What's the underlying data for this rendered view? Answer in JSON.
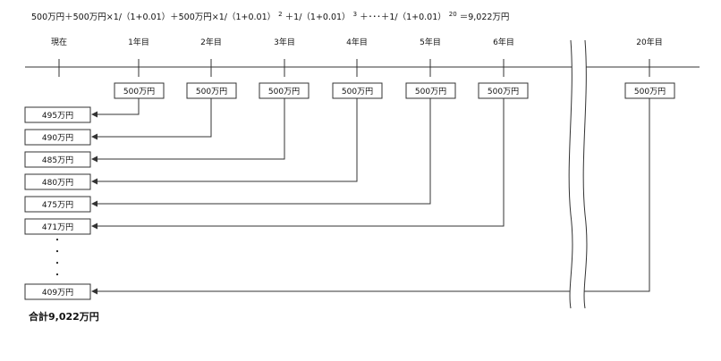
{
  "formula": {
    "part1": "500万円＋500万円×1/（1+0.01）＋500万円×1/（1+0.01）",
    "exp1": "2",
    "part2": "＋1/（1+0.01）",
    "exp2": "3",
    "part3": "＋･･･＋1/（1+0.01）",
    "exp3": "20",
    "part4": "＝9,022万円"
  },
  "timeline": {
    "labels": [
      "現在",
      "1年目",
      "2年目",
      "3年目",
      "4年目",
      "5年目",
      "6年目",
      "20年目"
    ]
  },
  "payments": [
    "500万円",
    "500万円",
    "500万円",
    "500万円",
    "500万円",
    "500万円",
    "500万円"
  ],
  "present_values": [
    "495万円",
    "490万円",
    "485万円",
    "480万円",
    "475万円",
    "471万円",
    "409万円"
  ],
  "ellipsis": [
    "・",
    "・",
    "・",
    "・"
  ],
  "total": "合計9,022万円",
  "colors": {
    "line": "#333333",
    "text": "#111111",
    "box_border": "#333333"
  }
}
